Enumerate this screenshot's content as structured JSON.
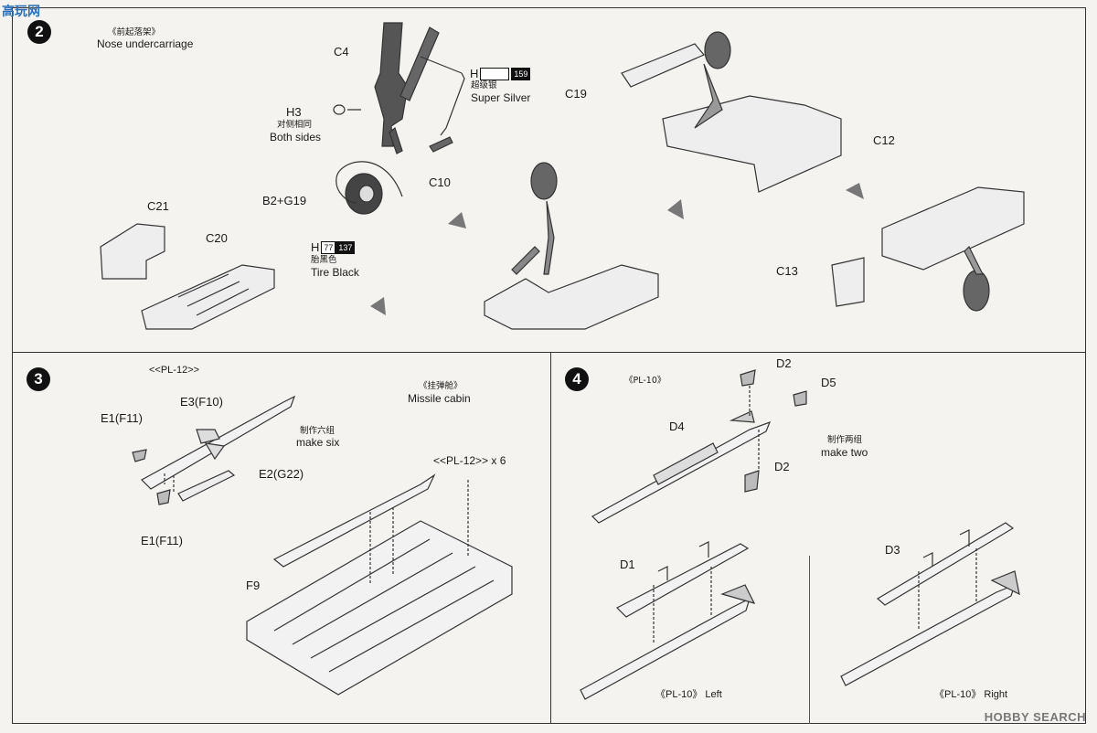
{
  "watermark_site": "高玩网",
  "step2": {
    "number": "2",
    "title_zh": "《前起落架》",
    "title_en": "Nose undercarriage",
    "parts": {
      "c4": "C4",
      "h3": "H3",
      "c10": "C10",
      "b2g19": "B2+G19",
      "c21": "C21",
      "c20": "C20",
      "c19": "C19",
      "c12": "C12",
      "c13": "C13"
    },
    "h3_note_zh": "对侧相同",
    "h3_note_en": "Both sides",
    "paint_silver": {
      "letter": "H",
      "code": "159",
      "zh": "超级银",
      "en": "Super Silver"
    },
    "paint_black": {
      "letter": "H",
      "code_a": "77",
      "code_b": "137",
      "zh": "胎黑色",
      "en": "Tire Black"
    }
  },
  "step3": {
    "number": "3",
    "title": "<<PL-12>>",
    "parts": {
      "e3f10": "E3(F10)",
      "e1f11_top": "E1(F11)",
      "e2g22": "E2(G22)",
      "e1f11_bottom": "E1(F11)",
      "f9": "F9"
    },
    "make_zh": "制作六组",
    "make_en": "make six",
    "cabin_zh": "《挂弹舱》",
    "cabin_en": "Missile cabin",
    "cabin_note": "<<PL-12>> x 6"
  },
  "step4": {
    "number": "4",
    "title": "《PL-10》",
    "parts": {
      "d2_top": "D2",
      "d5": "D5",
      "d4": "D4",
      "d2_bottom": "D2",
      "d1": "D1",
      "d3": "D3"
    },
    "make_zh": "制作两组",
    "make_en": "make two",
    "left_label": "《PL-10》 Left",
    "right_label": "《PL-10》 Right"
  },
  "watermark": "HOBBY SEARCH"
}
